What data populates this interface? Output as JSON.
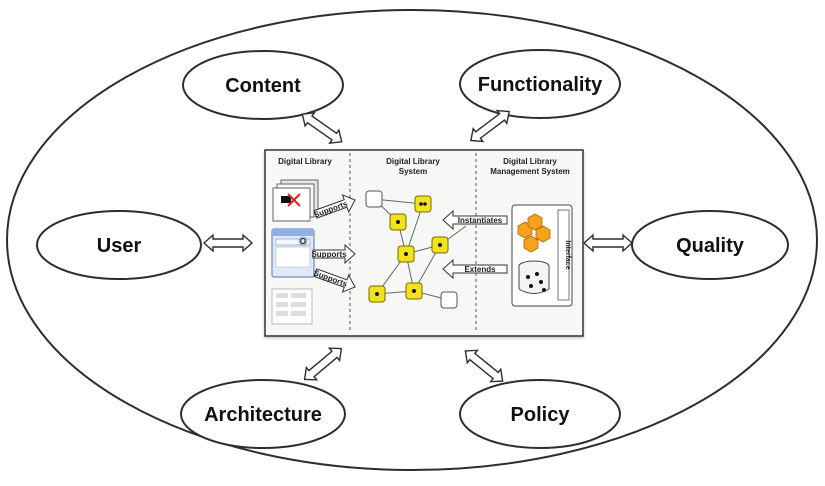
{
  "outer": {
    "nodes": [
      "Content",
      "Functionality",
      "User",
      "Quality",
      "Architecture",
      "Policy"
    ]
  },
  "panel": {
    "sections": [
      "Digital Library",
      "Digital Library System",
      "Digital Library Management System"
    ],
    "section_lines": {
      "dl": [
        "Digital Library"
      ],
      "dls": [
        "Digital Library",
        "System"
      ],
      "dlms": [
        "Digital Library",
        "Management System"
      ]
    },
    "arrows": {
      "supports_top": "Supports",
      "supports_mid": "Supports",
      "supports_bottom": "Supports",
      "instantiates": "Instantiates",
      "extends": "Extends"
    },
    "interface_label": "Interface",
    "browser_badge": "O"
  },
  "colors": {
    "line": "#2d2d2d",
    "panel_fill": "#f7f7f5",
    "yellow": "#f0e21c",
    "yellow_dark": "#7a6a00",
    "orange": "#f3a31d",
    "gray_fill": "#f0f0f0"
  }
}
